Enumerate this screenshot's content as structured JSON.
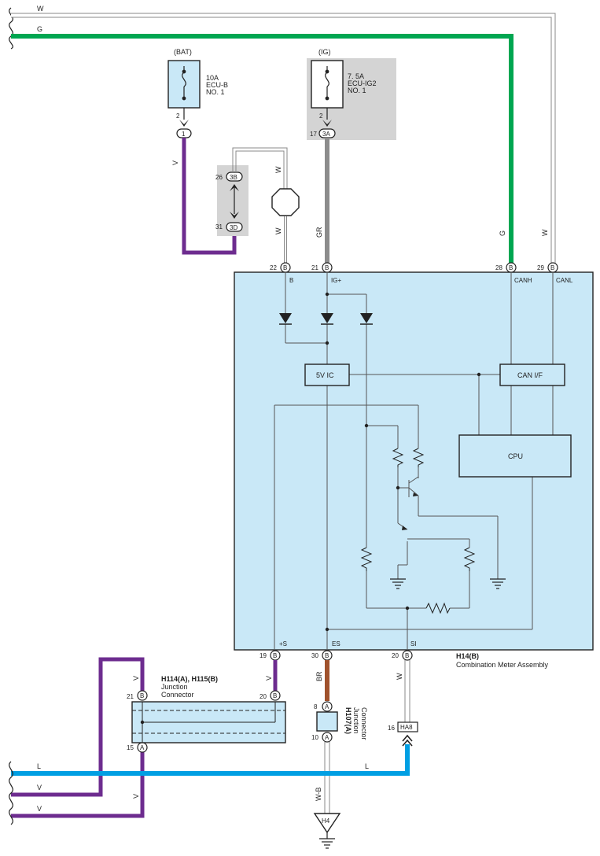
{
  "colors": {
    "wire_w": "#aaaaaa",
    "wire_g": "#00a651",
    "wire_v": "#6d2c8f",
    "wire_gr": "#8c8c8c",
    "wire_br": "#a0522d",
    "wire_l": "#009fe3",
    "component_fill": "#c9e8f7",
    "relay_box": "#d4d4d4"
  },
  "top_wires": {
    "w": "W",
    "g": "G"
  },
  "fuse_bat": {
    "supply": "(BAT)",
    "rating": "10A",
    "name": "ECU-B",
    "no": "NO. 1",
    "pin": "2",
    "conn": "1",
    "wire": "V"
  },
  "fuse_ig": {
    "supply": "(IG)",
    "rating": "7. 5A",
    "name": "ECU-IG2",
    "no": "NO. 1",
    "pin": "2",
    "pin_left": "17",
    "conn": "3A",
    "wire": "GR"
  },
  "inline_conn": {
    "pin_top": "26",
    "conn_top": "3B",
    "pin_bot": "31",
    "conn_bot": "3D",
    "wire_top": "W",
    "wire_bot": "W"
  },
  "meter_pins_top": [
    {
      "num": "22",
      "conn": "B",
      "label": "B"
    },
    {
      "num": "21",
      "conn": "B",
      "label": "IG+"
    },
    {
      "num": "28",
      "conn": "B",
      "label": "CANH"
    },
    {
      "num": "29",
      "conn": "B",
      "label": "CANL"
    }
  ],
  "meter_side_wires": {
    "g": "G",
    "w": "W"
  },
  "meter_blocks": {
    "ic": "5V IC",
    "can": "CAN I/F",
    "cpu": "CPU"
  },
  "meter_pins_bottom": [
    {
      "num": "19",
      "conn": "B",
      "label": "+S"
    },
    {
      "num": "30",
      "conn": "B",
      "label": "ES"
    },
    {
      "num": "20",
      "conn": "B",
      "label": "SI"
    }
  ],
  "meter": {
    "code": "H14(B)",
    "name": "Combination Meter Assembly"
  },
  "junction_h114": {
    "code": "H114(A), H115(B)",
    "line1": "Junction",
    "line2": "Connector",
    "pin21": "21",
    "pin21_conn": "B",
    "pin20": "20",
    "pin20_conn": "B",
    "pin15": "15",
    "pin15_conn": "A",
    "wire_v_top": "V",
    "wire_v_in": "V",
    "wire_v_out": "V"
  },
  "junction_h107": {
    "code": "H107(A)",
    "line1": "Junction",
    "line2": "Connector",
    "pin8": "8",
    "pin8_conn": "A",
    "pin10": "10",
    "pin10_conn": "A",
    "wire_br": "BR",
    "wire_wb": "W-B"
  },
  "connector_ha8": {
    "pin": "16",
    "name": "HA8",
    "wire_w": "W"
  },
  "ground": {
    "name": "H4"
  },
  "bottom_wires": {
    "l": "L",
    "l2": "L",
    "v1": "V",
    "v2": "V"
  }
}
